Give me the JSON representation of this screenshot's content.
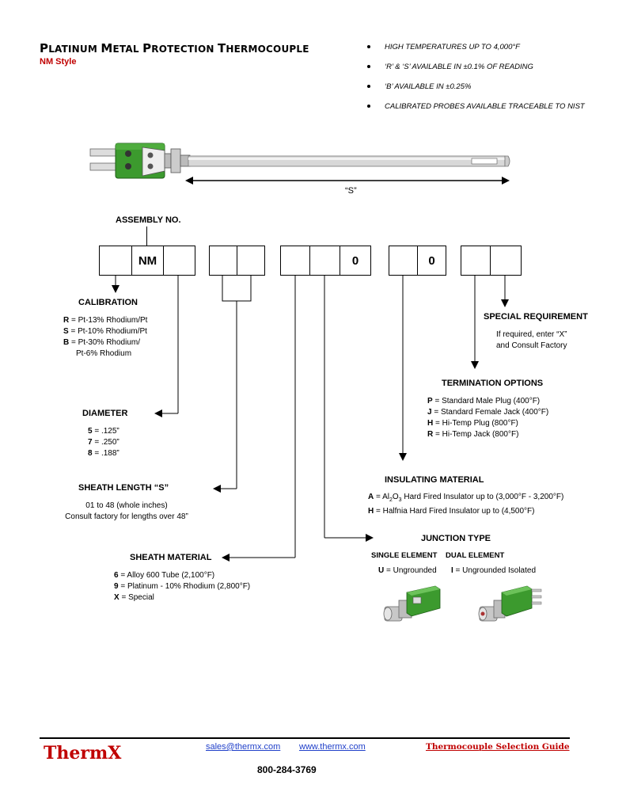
{
  "header": {
    "title_first": "P",
    "title_rest": "LATINUM ",
    "title_m": "M",
    "title_m_rest": "ETAL ",
    "title_p": "P",
    "title_p_rest": "ROTECTION ",
    "title_t": "T",
    "title_t_rest": "HERMOCOUPLE",
    "subtitle": "NM Style"
  },
  "bullets": [
    "HIGH TEMPERATURES UP TO 4,000°F",
    "‘R’ & ‘S’ AVAILABLE IN ±0.1% OF READING",
    "‘B’ AVAILABLE IN ±0.25%",
    "CALIBRATED PROBES AVAILABLE TRACEABLE TO NIST"
  ],
  "probe": {
    "dimension_label": "“S”"
  },
  "assembly": {
    "label": "ASSEMBLY NO.",
    "boxes": [
      "",
      "NM",
      "",
      "",
      "",
      "",
      "",
      "0",
      "",
      "0",
      "",
      ""
    ]
  },
  "calibration": {
    "header": "CALIBRATION",
    "lines": [
      {
        "code": "R",
        "text": " = Pt-13% Rhodium/Pt"
      },
      {
        "code": "S",
        "text": " = Pt-10% Rhodium/Pt"
      },
      {
        "code": "B",
        "text": " = Pt-30% Rhodium/"
      },
      {
        "code": "",
        "text": "Pt-6% Rhodium"
      }
    ]
  },
  "diameter": {
    "header": "DIAMETER",
    "lines": [
      {
        "code": "5",
        "text": " = .125”"
      },
      {
        "code": "7",
        "text": " = .250”"
      },
      {
        "code": "8",
        "text": " = .188”"
      }
    ]
  },
  "sheath_length": {
    "header": "SHEATH LENGTH “S”",
    "line1": "01 to 48 (whole inches)",
    "line2": "Consult factory for lengths over 48”"
  },
  "sheath_material": {
    "header": "SHEATH MATERIAL",
    "lines": [
      {
        "code": "6",
        "text": " = Alloy 600 Tube (2,100°F)"
      },
      {
        "code": "9",
        "text": " = Platinum - 10% Rhodium (2,800°F)"
      },
      {
        "code": "X",
        "text": " = Special"
      }
    ]
  },
  "special_requirement": {
    "header": "SPECIAL REQUIREMENT",
    "line1": "If required, enter “X”",
    "line2": "and Consult Factory"
  },
  "termination": {
    "header": "TERMINATION OPTIONS",
    "lines": [
      {
        "code": "P",
        "text": " = Standard Male Plug (400°F)"
      },
      {
        "code": "J",
        "text": " = Standard Female Jack (400°F)"
      },
      {
        "code": "H",
        "text": " = Hi-Temp Plug (800°F)"
      },
      {
        "code": "R",
        "text": " = Hi-Temp Jack (800°F)"
      }
    ]
  },
  "insulating": {
    "header": "INSULATING MATERIAL",
    "line_a_code": "A",
    "line_a_pre": " = Al",
    "line_a_sub1": "2",
    "line_a_mid": "O",
    "line_a_sub2": "3",
    "line_a_post": "  Hard Fired Insulator up to (3,000°F - 3,200°F)",
    "line_h_code": "H",
    "line_h_text": " = Halfnia Hard Fired Insulator up to (4,500°F)"
  },
  "junction": {
    "header": "JUNCTION TYPE",
    "single_label": "SINGLE ELEMENT",
    "dual_label": "DUAL ELEMENT",
    "single_code": "U",
    "single_text": " = Ungrounded",
    "dual_code": "I",
    "dual_text": " = Ungrounded Isolated"
  },
  "footer": {
    "brand": "ThermX",
    "email": "sales@thermx.com",
    "website": "www.thermx.com",
    "guide": "Thermocouple Selection Guide",
    "phone": "800-284-3769"
  },
  "colors": {
    "brand_red": "#c00000",
    "link_blue": "#1f3fc9",
    "connector_green": "#3c9a2e"
  }
}
